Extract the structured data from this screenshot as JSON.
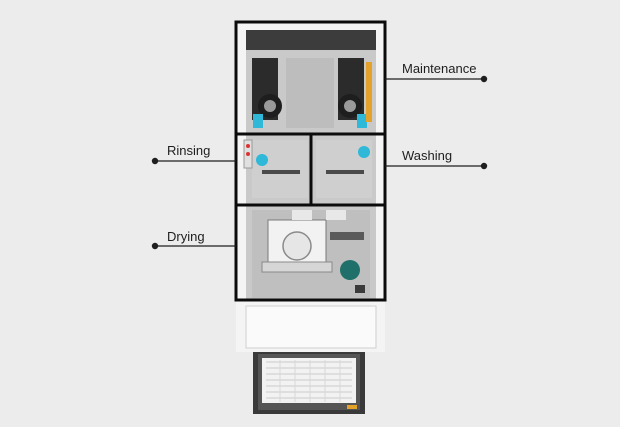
{
  "labels": {
    "maintenance": "Maintenance",
    "rinsing": "Rinsing",
    "washing": "Washing",
    "drying": "Drying"
  },
  "colors": {
    "background": "#ececec",
    "frame": "#0b0b0b",
    "cabinet": "#f4f4f4",
    "module_interior": "#c9c9c9",
    "accent_blue": "#2fb8d8",
    "accent_teal": "#1f6f6a",
    "accent_orange": "#e4a22a"
  },
  "icons": [
    "callout-dot"
  ]
}
